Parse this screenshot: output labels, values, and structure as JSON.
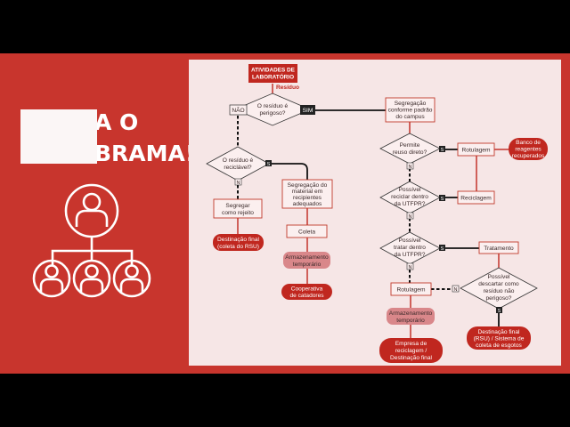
{
  "colors": {
    "background": "#c8352d",
    "panel": "#f6e6e6",
    "accent": "#c0271f",
    "pink": "#d9878a"
  },
  "left": {
    "title_line1": "A O",
    "title_line2": "BRAMA!",
    "icon": "organization-chart-icon"
  },
  "flow": {
    "start": [
      "ATIVIDADES DE",
      "LABORATÓRIO"
    ],
    "residue_label": "Resíduo",
    "q_hazardous": [
      "O resíduo é",
      "perigoso?"
    ],
    "no_label": "NÃO",
    "yes_label": "SIM",
    "q_recyclable": [
      "O resíduo é",
      "reciclável?"
    ],
    "s": "S",
    "n": "N",
    "segregate_reject": [
      "Segregar",
      "como rejeito"
    ],
    "final_rsu": [
      "Destinação final",
      "(coleta do RSU)"
    ],
    "segregate_material": [
      "Segregação do",
      "material em",
      "recipientes",
      "adequados"
    ],
    "collection": "Coleta",
    "temp_storage": [
      "Armazenamento",
      "temporário"
    ],
    "cooperative": [
      "Cooperativa",
      "de catadores"
    ],
    "segregate_campus": [
      "Segregação",
      "conforme padrão",
      "do campus"
    ],
    "q_reuse": [
      "Permite",
      "reuso direto?"
    ],
    "labeling": "Rotulagem",
    "bank": [
      "Banco de",
      "reagentes",
      "recuperados"
    ],
    "q_recycle_utfpr": [
      "Possível",
      "reciclar dentro",
      "da UTFPR?"
    ],
    "recycling": "Reciclagem",
    "q_treat_utfpr": [
      "Possível",
      "tratar dentro",
      "da UTFPR?"
    ],
    "treatment": "Tratamento",
    "q_discard": [
      "Possível",
      "descartar como",
      "resíduo não",
      "perigoso?"
    ],
    "labeling2": "Rotulagem",
    "temp_storage2": [
      "Armazenamento",
      "temporário"
    ],
    "company": [
      "Empresa de",
      "reciclagem /",
      "Destinação final"
    ],
    "final_sewage": [
      "Destinação final",
      "(RSU) / Sistema de",
      "coleta de esgotos"
    ]
  }
}
